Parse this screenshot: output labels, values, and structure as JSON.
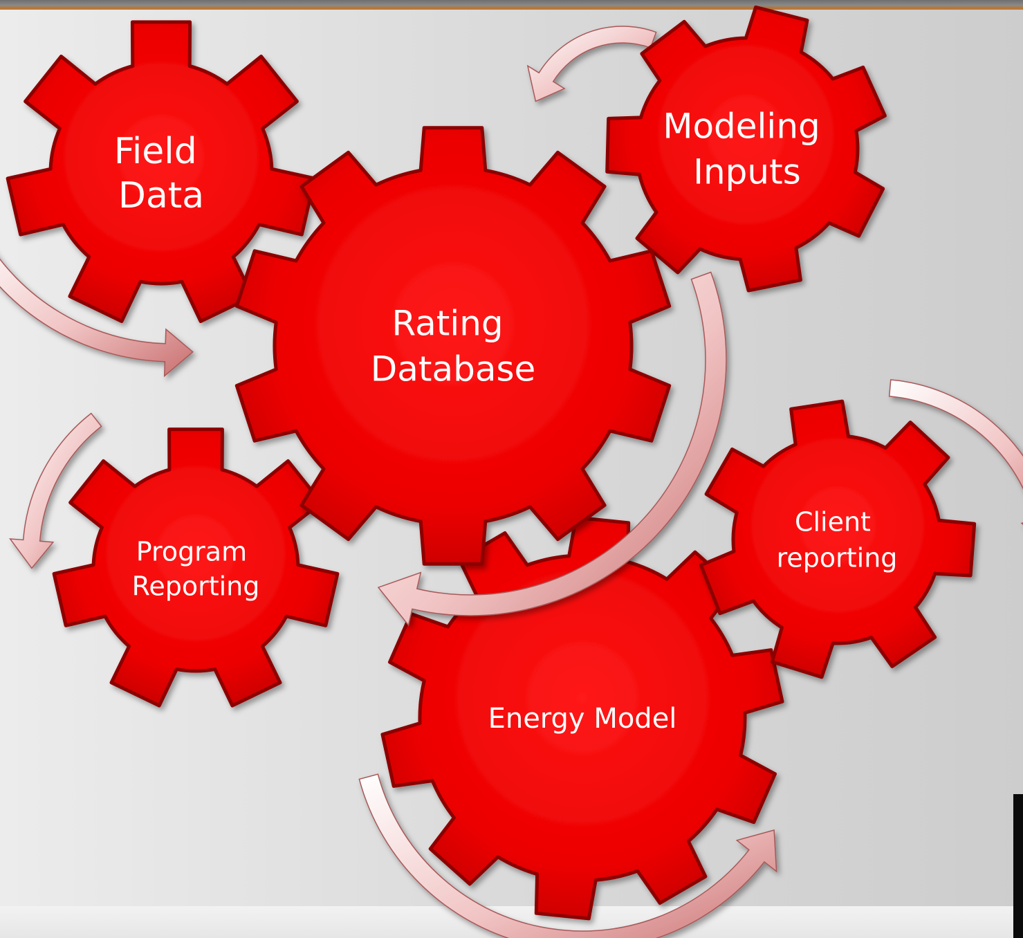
{
  "colors": {
    "gear_fill": "#ee0000",
    "gear_edge": "#8c0000",
    "arrow_fill": "#e8b0b0",
    "label": "#ffffff"
  },
  "gears": [
    {
      "id": "field-data",
      "lines": [
        "Field",
        "Data"
      ]
    },
    {
      "id": "modeling-inputs",
      "lines": [
        "Modeling",
        "Inputs"
      ]
    },
    {
      "id": "rating-database",
      "lines": [
        "Rating",
        "Database"
      ]
    },
    {
      "id": "program-reporting",
      "lines": [
        "Program",
        "Reporting"
      ]
    },
    {
      "id": "client-reporting",
      "lines": [
        "Client",
        "reporting"
      ]
    },
    {
      "id": "energy-model",
      "lines": [
        "Energy Model"
      ]
    }
  ],
  "arrow_icons": [
    "curved-arrow-icon"
  ]
}
